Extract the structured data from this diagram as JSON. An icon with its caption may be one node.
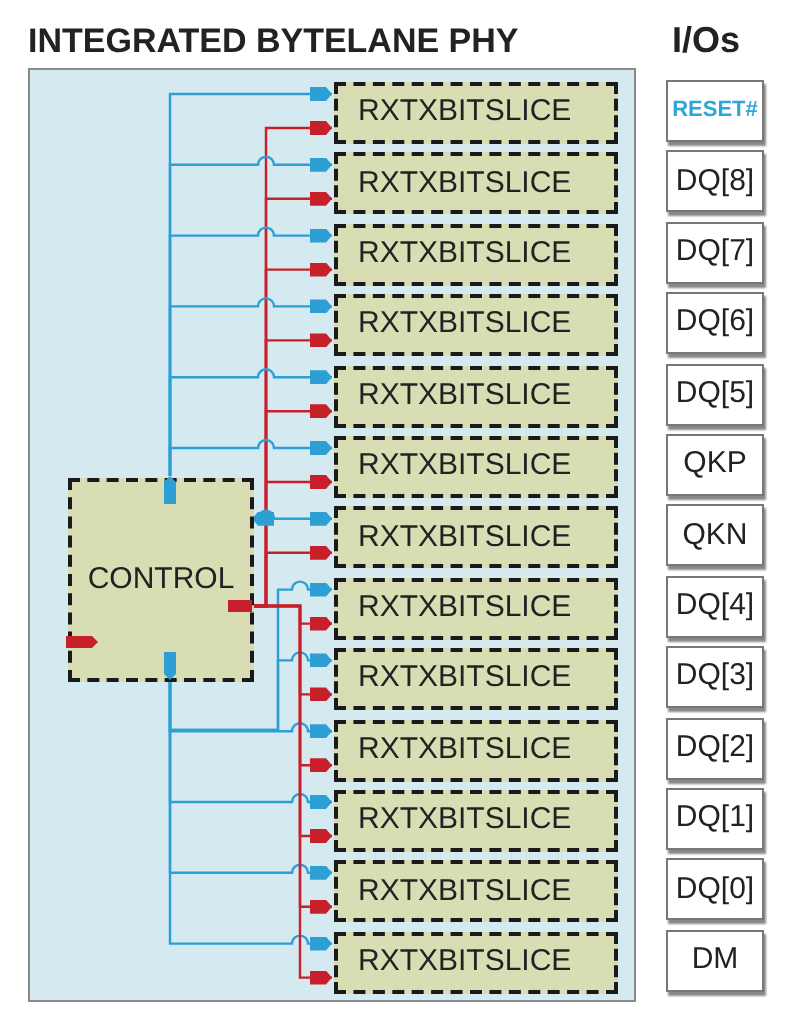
{
  "diagram": {
    "title": "INTEGRATED BYTELANE PHY",
    "nodes": [
      {
        "text": [],
        "shape": "box"
      },
      {
        "text": [
          "CONTROL"
        ],
        "in": 0
      },
      {
        "text": [
          "RXTXBITSLICE"
        ],
        "in": 0
      },
      {
        "text": [
          "RXTXBITSLICE"
        ],
        "in": 0
      },
      {
        "text": [
          "RXTXBITSLICE"
        ],
        "in": 0
      },
      {
        "text": [
          "RXTXBITSLICE"
        ],
        "in": 0
      },
      {
        "text": [
          "RXTXBITSLICE"
        ],
        "in": 0
      },
      {
        "text": [
          "RXTXBITSLICE"
        ],
        "in": 0
      },
      {
        "text": [
          "RXTXBITSLICE"
        ],
        "in": 0
      },
      {
        "text": [
          "RXTXBITSLICE"
        ],
        "in": 0
      },
      {
        "text": [
          "RXTXBITSLICE"
        ],
        "in": 0
      },
      {
        "text": [
          "RXTXBITSLICE"
        ],
        "in": 0
      },
      {
        "text": [
          "RXTXBITSLICE"
        ],
        "in": 0
      },
      {
        "text": [
          "RXTXBITSLICE"
        ],
        "in": 0
      },
      {
        "text": [
          "RXTXBITSLICE"
        ],
        "in": 0
      },
      {
        "text": [
          "RESET#"
        ]
      },
      {
        "text": [
          "DQ[8]"
        ]
      },
      {
        "text": [
          "DQ[7]"
        ]
      },
      {
        "text": [
          "DQ[6]"
        ]
      },
      {
        "text": [
          "DQ[5]"
        ]
      },
      {
        "text": [
          "QKP"
        ]
      },
      {
        "text": [
          "QKN"
        ]
      },
      {
        "text": [
          "DQ[4]"
        ]
      },
      {
        "text": [
          "DQ[3]"
        ]
      },
      {
        "text": [
          "DQ[2]"
        ]
      },
      {
        "text": [
          "DQ[1]"
        ]
      },
      {
        "text": [
          "DQ[0]"
        ]
      },
      {
        "text": [
          "DM"
        ]
      }
    ],
    "edges": [
      {
        "from": 1,
        "to": 2,
        "arrow": "to",
        "color": "#2e9fd4"
      },
      {
        "from": 1,
        "to": 2,
        "arrow": "to",
        "color": "#c8202a"
      },
      {
        "from": 1,
        "to": 3,
        "arrow": "to",
        "color": "#2e9fd4"
      },
      {
        "from": 1,
        "to": 3,
        "arrow": "to",
        "color": "#c8202a"
      },
      {
        "from": 1,
        "to": 4,
        "arrow": "to",
        "color": "#2e9fd4"
      },
      {
        "from": 1,
        "to": 4,
        "arrow": "to",
        "color": "#c8202a"
      },
      {
        "from": 1,
        "to": 5,
        "arrow": "to",
        "color": "#2e9fd4"
      },
      {
        "from": 1,
        "to": 5,
        "arrow": "to",
        "color": "#c8202a"
      },
      {
        "from": 1,
        "to": 6,
        "arrow": "to",
        "color": "#2e9fd4"
      },
      {
        "from": 1,
        "to": 6,
        "arrow": "to",
        "color": "#c8202a"
      },
      {
        "from": 1,
        "to": 7,
        "arrow": "to",
        "color": "#2e9fd4"
      },
      {
        "from": 1,
        "to": 7,
        "arrow": "to",
        "color": "#c8202a"
      },
      {
        "from": 8,
        "to": 1,
        "arrow": "both",
        "color": "#2e9fd4"
      },
      {
        "from": 1,
        "to": 8,
        "arrow": "to",
        "color": "#c8202a"
      },
      {
        "from": 1,
        "to": 9,
        "arrow": "to",
        "color": "#2e9fd4"
      },
      {
        "from": 1,
        "to": 9,
        "arrow": "to",
        "color": "#c8202a"
      },
      {
        "from": 1,
        "to": 10,
        "arrow": "to",
        "color": "#2e9fd4"
      },
      {
        "from": 1,
        "to": 10,
        "arrow": "to",
        "color": "#c8202a"
      },
      {
        "from": 1,
        "to": 11,
        "arrow": "to",
        "color": "#2e9fd4"
      },
      {
        "from": 1,
        "to": 11,
        "arrow": "to",
        "color": "#c8202a"
      },
      {
        "from": 1,
        "to": 12,
        "arrow": "to",
        "color": "#2e9fd4"
      },
      {
        "from": 1,
        "to": 12,
        "arrow": "to",
        "color": "#c8202a"
      },
      {
        "from": 1,
        "to": 13,
        "arrow": "to",
        "color": "#2e9fd4"
      },
      {
        "from": 1,
        "to": 13,
        "arrow": "to",
        "color": "#c8202a"
      },
      {
        "from": 1,
        "to": 14,
        "arrow": "to",
        "color": "#2e9fd4"
      },
      {
        "from": 1,
        "to": 14,
        "arrow": "to",
        "color": "#c8202a"
      }
    ],
    "labels": [
      "I/Os"
    ]
  }
}
